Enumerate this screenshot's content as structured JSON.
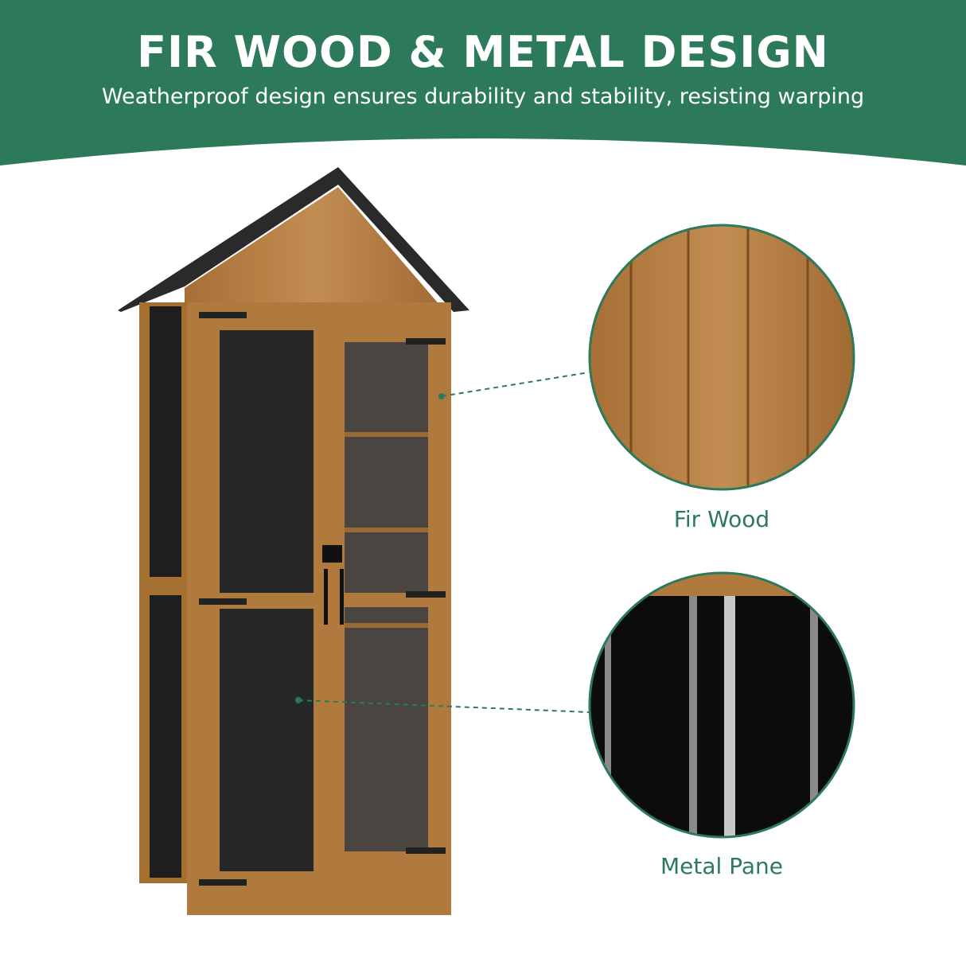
{
  "header": {
    "title": "FIR WOOD & METAL DESIGN",
    "subtitle": "Weatherproof design ensures durability and stability, resisting warping"
  },
  "callouts": [
    {
      "label": "Fir Wood"
    },
    {
      "label": "Metal Pane"
    }
  ],
  "colors": {
    "brand_green": "#2c7a5a",
    "wood": "#b07a3e",
    "metal": "#141414"
  }
}
